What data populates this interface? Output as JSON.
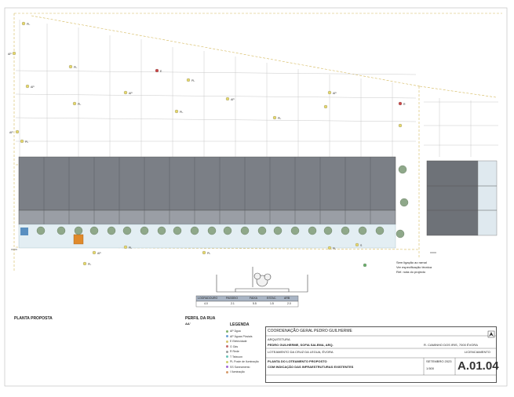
{
  "plan": {
    "title": "PLANTA PROPOSTA",
    "section_label": "PERFIL DA RUA",
    "section_ref": "AA'",
    "legend_title": "LEGENDA",
    "legend_items": [
      {
        "code": "AP",
        "label": "Água",
        "color": "#7fb069"
      },
      {
        "code": "AP",
        "label": "Águas Pluviais",
        "color": "#6aa0d6"
      },
      {
        "code": "E",
        "label": "Eletricidade",
        "color": "#d6c36a"
      },
      {
        "code": "G",
        "label": "Gás",
        "color": "#c46a6a"
      },
      {
        "code": "R",
        "label": "Rede",
        "color": "#9a9a9a"
      },
      {
        "code": "T",
        "label": "Telecom",
        "color": "#6ac4b8"
      },
      {
        "code": "PL",
        "label": "Poste de Iluminação",
        "color": "#cfcf6a"
      },
      {
        "code": "SS",
        "label": "Saneamento",
        "color": "#a06ad6"
      },
      {
        "code": "I",
        "label": "Iluminação",
        "color": "#d69a6a"
      }
    ],
    "point_labels": [
      "PL",
      "AP",
      "E",
      "R",
      "S"
    ],
    "notes": [
      "Sem ligação ao ramal",
      "Ver especificação técnica",
      "Ref. nota do projecto"
    ]
  },
  "section_table": {
    "headers": [
      "LOGRADOURO",
      "PASSEIO",
      "FAIXA",
      "ESTAC.",
      "ARB"
    ],
    "values": [
      "4.0",
      "2.1",
      "5.5",
      "1.5",
      "2.0"
    ]
  },
  "title_block": {
    "coordination_label": "COORDENAÇÃO GERAL",
    "coordination_name": "PEDRO GUILHERME",
    "discipline": "ARQUITETURA",
    "architects": "PEDRO GUILHERME, SOFIA SALEMA, ARQ.",
    "address": "LOTEAMENTO DA CRUZ DA LEGUA, ÉVORA",
    "client_address": "R. CAMINHO DOS IRIS, 7000 ÉVORA",
    "phase": "LICENCIAMENTO",
    "drawing_title_1": "PLANTA DO LOTEAMENTO PROPOSTO",
    "drawing_title_2": "COM INDICAÇÃO DAS INFRAESTRUTURAS EXISTENTES",
    "date": "SETEMBRO 2023",
    "scale": "1:500",
    "sheet_number": "A.01.04"
  }
}
